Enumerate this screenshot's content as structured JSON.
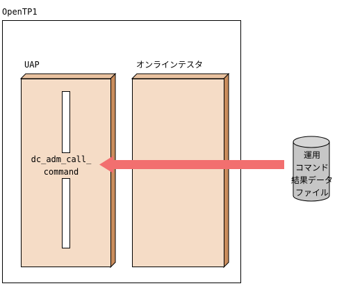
{
  "outer": {
    "title": "OpenTP1"
  },
  "uap": {
    "label": "UAP",
    "call_line1": "dc_adm_call_",
    "call_line2": "command"
  },
  "online_tester": {
    "label": "オンラインテスタ"
  },
  "data_file": {
    "lines": [
      "運用",
      "コマンド",
      "結果データ",
      "ファイル"
    ]
  },
  "colors": {
    "block_face": "#f5dcc6",
    "block_side": "#c98c5c",
    "arrow": "#f26f6f",
    "cylinder": "#c6c6c6"
  }
}
